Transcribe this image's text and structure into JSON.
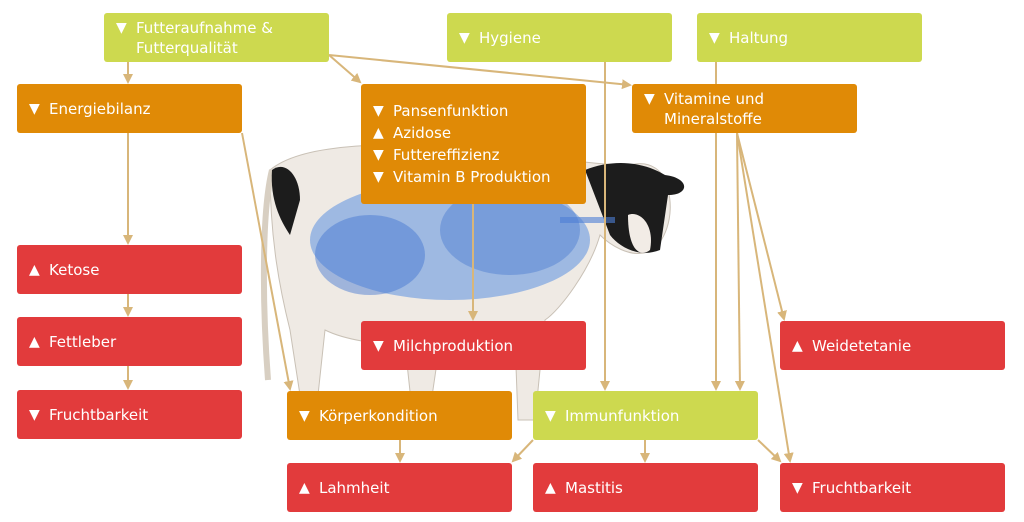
{
  "colors": {
    "green": "#cdd94f",
    "orange": "#e08a06",
    "red": "#e23b3c",
    "connector": "#d8b67a"
  },
  "boxes": {
    "futter": {
      "items": [
        {
          "dir": "down",
          "text": "Futteraufnahme & Futterqualität"
        }
      ]
    },
    "hygiene": {
      "items": [
        {
          "dir": "down",
          "text": "Hygiene"
        }
      ]
    },
    "haltung": {
      "items": [
        {
          "dir": "down",
          "text": "Haltung"
        }
      ]
    },
    "energie": {
      "items": [
        {
          "dir": "down",
          "text": "Energiebilanz"
        }
      ]
    },
    "pansen": {
      "items": [
        {
          "dir": "down",
          "text": "Pansenfunktion"
        },
        {
          "dir": "up",
          "text": "Azidose"
        },
        {
          "dir": "down",
          "text": "Futtereffizienz"
        },
        {
          "dir": "down",
          "text": "Vitamin B Produktion"
        }
      ]
    },
    "vitamine": {
      "items": [
        {
          "dir": "down",
          "text": "Vitamine und Mineralstoffe"
        }
      ]
    },
    "ketose": {
      "items": [
        {
          "dir": "up",
          "text": "Ketose"
        }
      ]
    },
    "fettleber": {
      "items": [
        {
          "dir": "up",
          "text": "Fettleber"
        }
      ]
    },
    "frucht1": {
      "items": [
        {
          "dir": "down",
          "text": "Fruchtbarkeit"
        }
      ]
    },
    "milch": {
      "items": [
        {
          "dir": "down",
          "text": "Milchproduktion"
        }
      ]
    },
    "weide": {
      "items": [
        {
          "dir": "up",
          "text": "Weidetetanie"
        }
      ]
    },
    "koerper": {
      "items": [
        {
          "dir": "down",
          "text": "Körperkondition"
        }
      ]
    },
    "immun": {
      "items": [
        {
          "dir": "down",
          "text": "Immunfunktion"
        }
      ]
    },
    "lahm": {
      "items": [
        {
          "dir": "up",
          "text": "Lahmheit"
        }
      ]
    },
    "mastitis": {
      "items": [
        {
          "dir": "up",
          "text": "Mastitis"
        }
      ]
    },
    "frucht2": {
      "items": [
        {
          "dir": "down",
          "text": "Fruchtbarkeit"
        }
      ]
    }
  },
  "icons": {
    "up": "▲",
    "down": "▼"
  }
}
